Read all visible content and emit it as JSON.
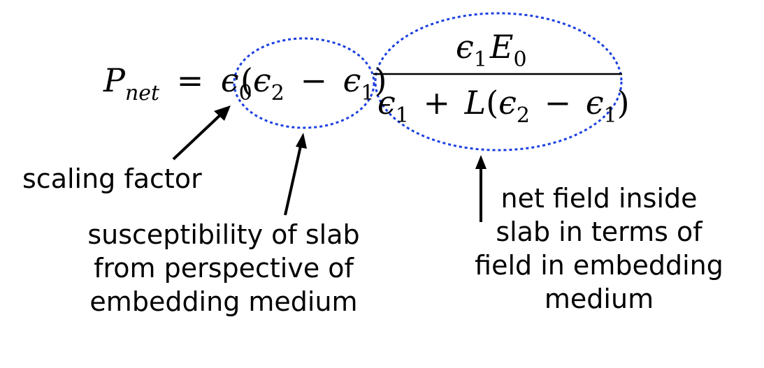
{
  "equation": {
    "lhs": "P",
    "lhs_sub": "net",
    "equals": "=",
    "eps": "ϵ",
    "sub0": "0",
    "sub1": "1",
    "sub2": "2",
    "minus": "−",
    "plus": "+",
    "lparen": "(",
    "rparen": ")",
    "L": "L",
    "E": "E"
  },
  "annotations": {
    "scaling": "scaling factor",
    "susceptibility": "susceptibility of slab\nfrom perspective of\nembedding medium",
    "net_field": "net field inside\nslab in terms of\nfield in embedding\nmedium"
  },
  "colors": {
    "ellipse": "#1a3fe0",
    "text": "#000000"
  }
}
